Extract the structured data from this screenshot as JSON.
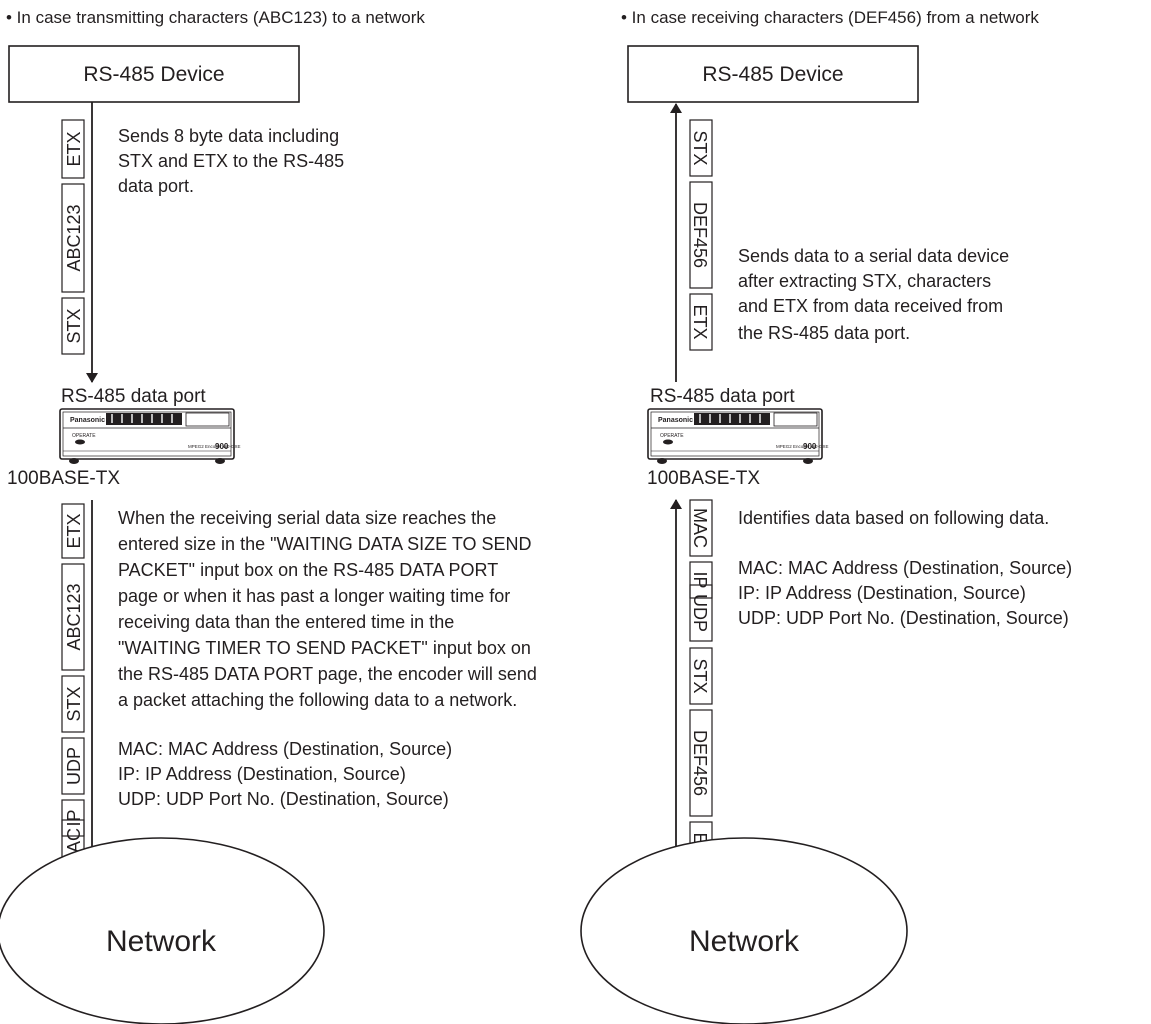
{
  "left": {
    "caption": "• In case transmitting characters (ABC123) to a network",
    "device": "RS-485 Device",
    "top_desc": [
      "Sends 8 byte data including",
      "STX and ETX to the RS-485",
      "data port."
    ],
    "top_packet": [
      "ETX",
      "ABC123",
      "STX"
    ],
    "port_label": "RS-485 data port",
    "net_label": "100BASE-TX",
    "bottom_desc": [
      "When the receiving serial data size reaches the",
      "entered size in the \"WAITING DATA SIZE TO SEND",
      "PACKET\" input box on the RS-485 DATA PORT",
      "page or when it has past a longer waiting time for",
      "receiving data than the entered time in the",
      "\"WAITING TIMER TO SEND PACKET\" input box on",
      "the RS-485 DATA PORT page, the encoder will send",
      "a packet attaching the following data to a network."
    ],
    "legend": [
      "MAC: MAC Address (Destination, Source)",
      "IP: IP Address (Destination, Source)",
      "UDP: UDP Port No. (Destination, Source)"
    ],
    "bottom_packet": [
      "ETX",
      "ABC123",
      "STX",
      "UDP",
      "IP",
      "MAC"
    ],
    "network": "Network"
  },
  "right": {
    "caption": "• In case receiving characters (DEF456) from a network",
    "device": "RS-485 Device",
    "top_desc": [
      "Sends data to a serial data device",
      "after extracting STX, characters",
      "and ETX from data received from",
      "the RS-485 data port."
    ],
    "top_packet": [
      "STX",
      "DEF456",
      "ETX"
    ],
    "port_label": "RS-485 data port",
    "net_label": "100BASE-TX",
    "bottom_desc": [
      "Identifies data based on following data."
    ],
    "legend": [
      "MAC: MAC Address (Destination, Source)",
      "IP: IP Address (Destination, Source)",
      "UDP: UDP Port No. (Destination, Source)"
    ],
    "bottom_packet": [
      "MAC",
      "IP",
      "UDP",
      "STX",
      "DEF456",
      "ETX"
    ],
    "network": "Network"
  },
  "encoder": {
    "brand": "Panasonic",
    "status": "OPERATE",
    "model": "MPEG2 Encoder WJ-GXE",
    "model_number": "900"
  }
}
